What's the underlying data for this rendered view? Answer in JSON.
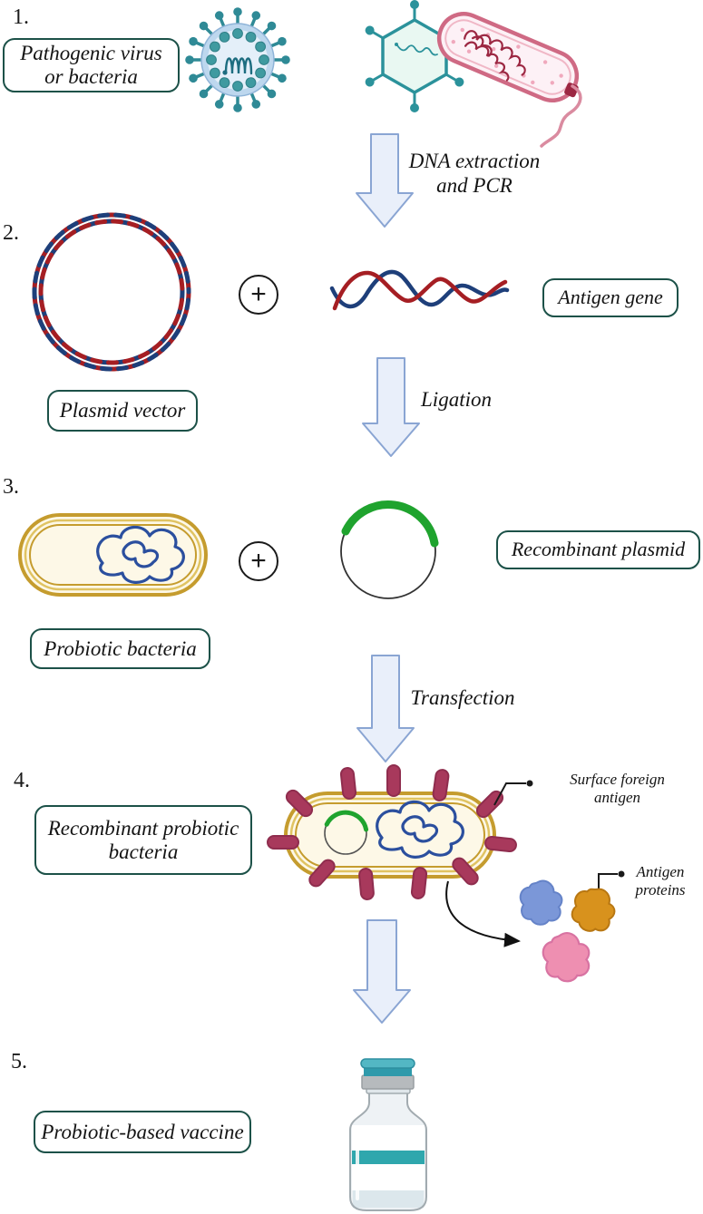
{
  "steps": [
    {
      "number": "1.",
      "label": "Pathogenic virus\nor bacteria"
    },
    {
      "number": "2.",
      "label": "Plasmid vector"
    },
    {
      "number": "3.",
      "label": "Probiotic bacteria"
    },
    {
      "number": "4.",
      "label": "Recombinant probiotic\nbacteria"
    },
    {
      "number": "5.",
      "label": "Probiotic-based vaccine"
    }
  ],
  "side_labels": {
    "antigen_gene": "Antigen gene",
    "recombinant_plasmid": "Recombinant plasmid"
  },
  "arrows": [
    {
      "label": "DNA extraction\nand PCR"
    },
    {
      "label": "Ligation"
    },
    {
      "label": "Transfection"
    },
    {
      "label": ""
    }
  ],
  "annotations": {
    "surface_antigen": "Surface foreign\nantigen",
    "antigen_proteins": "Antigen\nproteins"
  },
  "operators": {
    "plus": "+"
  },
  "colors": {
    "box_border": "#1c5148",
    "arrow_fill": "#e9effa",
    "arrow_border": "#8aa5d3",
    "dna_red": "#a51e23",
    "dna_blue": "#1e3f7a",
    "virus_teal": "#2f8a96",
    "bacterium_pink": "#cf6a84",
    "probiotic_gold": "#c59c2e",
    "plasmid_green": "#1fa32e",
    "antigen_maroon": "#a8395c",
    "protein_blue": "#7b97d8",
    "protein_orange": "#d8921d",
    "protein_pink": "#ee8fb1",
    "vial_teal": "#2fa7ad"
  }
}
